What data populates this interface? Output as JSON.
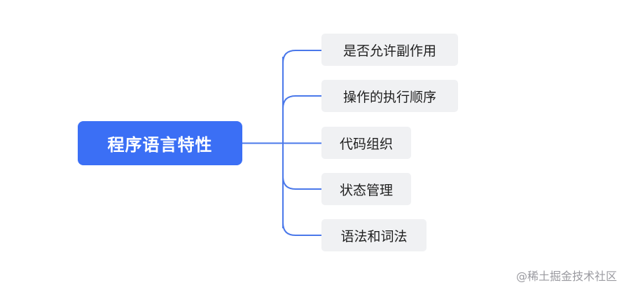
{
  "diagram": {
    "root": {
      "label": "程序语言特性"
    },
    "children": [
      {
        "label": "是否允许副作用"
      },
      {
        "label": "操作的执行顺序"
      },
      {
        "label": "代码组织"
      },
      {
        "label": "状态管理"
      },
      {
        "label": "语法和词法"
      }
    ]
  },
  "colors": {
    "root_fill": "#3b6ff5",
    "connector": "#3b6ff5",
    "child_fill": "#f0f1f3"
  },
  "watermark": "@稀土掘金技术社区"
}
